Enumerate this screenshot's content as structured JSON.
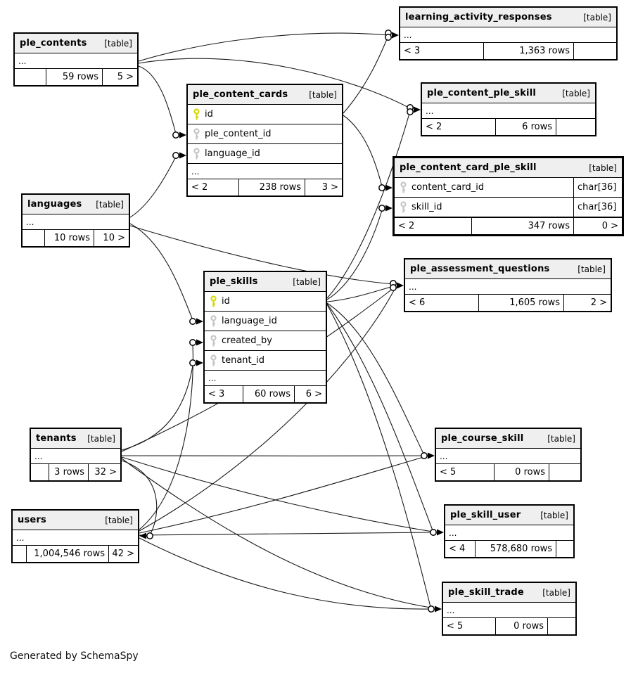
{
  "credit": "Generated by SchemaSpy",
  "tables": [
    {
      "id": "ple_contents",
      "name": "ple_contents",
      "tag": "[table]",
      "columns": [],
      "ellipsis": "...",
      "footer": {
        "left": "",
        "center": "59 rows",
        "right": "5 >"
      }
    },
    {
      "id": "learning_activity_responses",
      "name": "learning_activity_responses",
      "tag": "[table]",
      "columns": [],
      "ellipsis": "...",
      "footer": {
        "left": "< 3",
        "center": "1,363 rows",
        "right": ""
      }
    },
    {
      "id": "ple_content_cards",
      "name": "ple_content_cards",
      "tag": "[table]",
      "columns": [
        {
          "name": "id",
          "key": "primary"
        },
        {
          "name": "ple_content_id",
          "key": "foreign"
        },
        {
          "name": "language_id",
          "key": "foreign"
        }
      ],
      "ellipsis": "...",
      "footer": {
        "left": "< 2",
        "center": "238 rows",
        "right": "3 >"
      }
    },
    {
      "id": "ple_content_ple_skill",
      "name": "ple_content_ple_skill",
      "tag": "[table]",
      "columns": [],
      "ellipsis": "...",
      "footer": {
        "left": "< 2",
        "center": "6 rows",
        "right": ""
      }
    },
    {
      "id": "ple_content_card_ple_skill",
      "name": "ple_content_card_ple_skill",
      "tag": "[table]",
      "highlight": true,
      "columns": [
        {
          "name": "content_card_id",
          "key": "foreign",
          "type": "char[36]"
        },
        {
          "name": "skill_id",
          "key": "foreign",
          "type": "char[36]"
        }
      ],
      "footer": {
        "left": "< 2",
        "center": "347 rows",
        "right": "0 >"
      }
    },
    {
      "id": "languages",
      "name": "languages",
      "tag": "[table]",
      "columns": [],
      "ellipsis": "...",
      "footer": {
        "left": "",
        "center": "10 rows",
        "right": "10 >"
      }
    },
    {
      "id": "ple_skills",
      "name": "ple_skills",
      "tag": "[table]",
      "columns": [
        {
          "name": "id",
          "key": "primary"
        },
        {
          "name": "language_id",
          "key": "foreign"
        },
        {
          "name": "created_by",
          "key": "foreign"
        },
        {
          "name": "tenant_id",
          "key": "foreign"
        }
      ],
      "ellipsis": "...",
      "footer": {
        "left": "< 3",
        "center": "60 rows",
        "right": "6 >"
      }
    },
    {
      "id": "ple_assessment_questions",
      "name": "ple_assessment_questions",
      "tag": "[table]",
      "columns": [],
      "ellipsis": "...",
      "footer": {
        "left": "< 6",
        "center": "1,605 rows",
        "right": "2 >"
      }
    },
    {
      "id": "tenants",
      "name": "tenants",
      "tag": "[table]",
      "columns": [],
      "ellipsis": "...",
      "footer": {
        "left": "",
        "center": "3 rows",
        "right": "32 >"
      }
    },
    {
      "id": "users",
      "name": "users",
      "tag": "[table]",
      "columns": [],
      "ellipsis": "...",
      "footer": {
        "left": "",
        "center": "1,004,546 rows",
        "right": "42 >"
      }
    },
    {
      "id": "ple_course_skill",
      "name": "ple_course_skill",
      "tag": "[table]",
      "columns": [],
      "ellipsis": "...",
      "footer": {
        "left": "< 5",
        "center": "0 rows",
        "right": ""
      }
    },
    {
      "id": "ple_skill_user",
      "name": "ple_skill_user",
      "tag": "[table]",
      "columns": [],
      "ellipsis": "...",
      "footer": {
        "left": "< 4",
        "center": "578,680 rows",
        "right": ""
      }
    },
    {
      "id": "ple_skill_trade",
      "name": "ple_skill_trade",
      "tag": "[table]",
      "columns": [],
      "ellipsis": "...",
      "footer": {
        "left": "< 5",
        "center": "0 rows",
        "right": ""
      }
    }
  ],
  "icons": {
    "primary_key_color": "#d8d800",
    "foreign_key_color": "#c6c6c6"
  },
  "relationships": [
    {
      "from": "ple_contents",
      "to": "learning_activity_responses"
    },
    {
      "from": "ple_content_cards",
      "to": "learning_activity_responses"
    },
    {
      "from": "ple_contents",
      "to": "ple_content_cards.ple_content_id"
    },
    {
      "from": "ple_contents",
      "to": "ple_content_ple_skill"
    },
    {
      "from": "ple_skills",
      "to": "ple_content_ple_skill"
    },
    {
      "from": "languages",
      "to": "ple_content_cards.language_id"
    },
    {
      "from": "languages",
      "to": "ple_skills.language_id"
    },
    {
      "from": "ple_content_cards",
      "to": "ple_content_card_ple_skill.content_card_id"
    },
    {
      "from": "ple_skills",
      "to": "ple_content_card_ple_skill.skill_id"
    },
    {
      "from": "ple_skills",
      "to": "ple_assessment_questions"
    },
    {
      "from": "languages",
      "to": "ple_assessment_questions"
    },
    {
      "from": "tenants",
      "to": "ple_assessment_questions"
    },
    {
      "from": "users",
      "to": "ple_assessment_questions"
    },
    {
      "from": "tenants",
      "to": "ple_skills.tenant_id"
    },
    {
      "from": "users",
      "to": "ple_skills.created_by"
    },
    {
      "from": "ple_skills",
      "to": "ple_course_skill"
    },
    {
      "from": "tenants",
      "to": "ple_course_skill"
    },
    {
      "from": "users",
      "to": "ple_course_skill"
    },
    {
      "from": "ple_skills",
      "to": "ple_skill_user"
    },
    {
      "from": "tenants",
      "to": "ple_skill_user"
    },
    {
      "from": "users",
      "to": "ple_skill_user"
    },
    {
      "from": "ple_skills",
      "to": "ple_skill_trade"
    },
    {
      "from": "tenants",
      "to": "ple_skill_trade"
    },
    {
      "from": "users",
      "to": "ple_skill_trade"
    },
    {
      "from": "tenants",
      "to": "users"
    }
  ]
}
